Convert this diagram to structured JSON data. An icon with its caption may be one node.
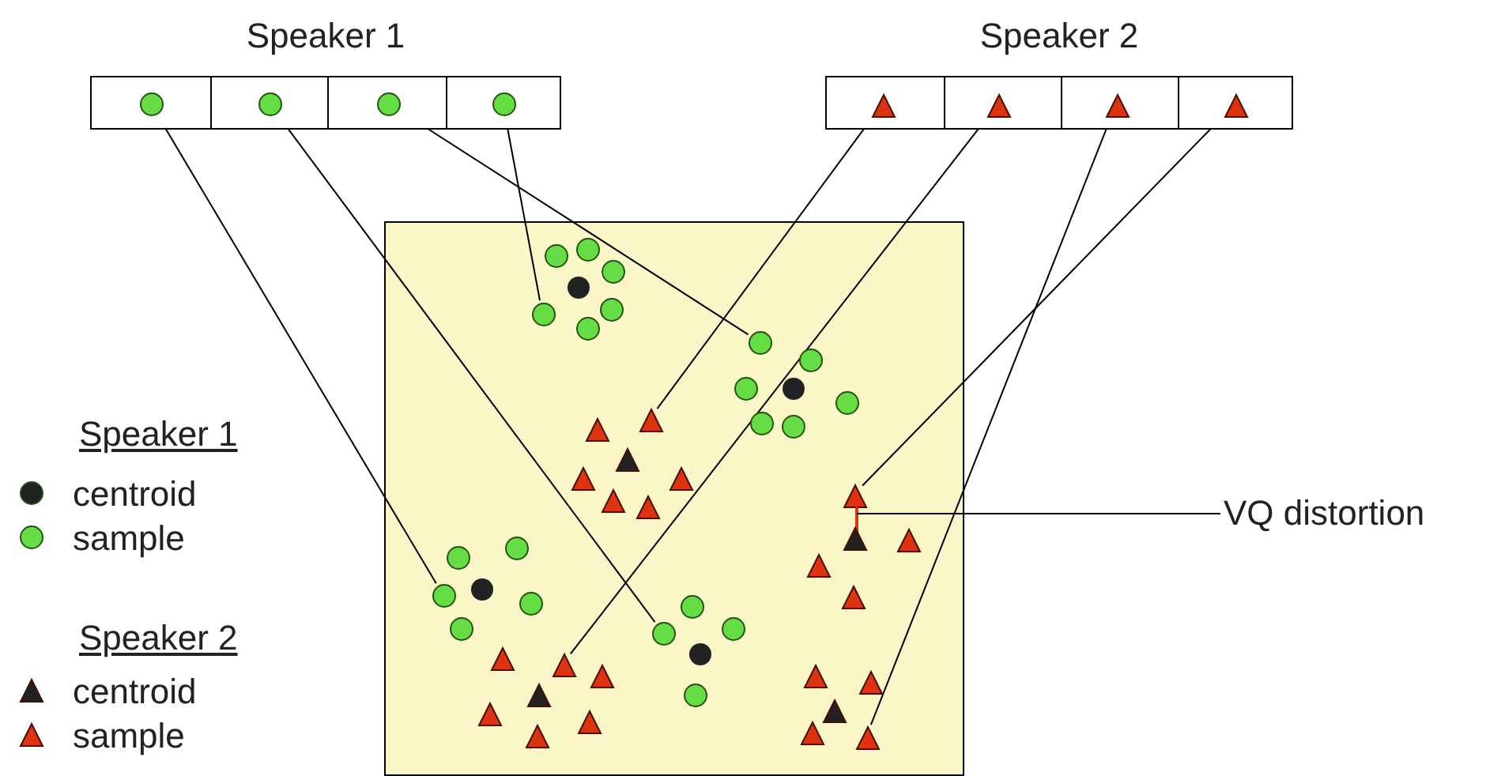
{
  "diagram": {
    "nodes": [
      {
        "text": [
          "Speaker 1"
        ]
      },
      {
        "text": [],
        "shape": "circle",
        "in": 0
      },
      {
        "text": [],
        "shape": "circle",
        "in": 0
      },
      {
        "text": [],
        "shape": "circle",
        "in": 0
      },
      {
        "text": [],
        "shape": "circle",
        "in": 0
      },
      {
        "text": [
          "Speaker 2"
        ]
      },
      {
        "text": [],
        "shape": "triangle",
        "in": 5
      },
      {
        "text": [],
        "shape": "triangle",
        "in": 5
      },
      {
        "text": [],
        "shape": "triangle",
        "in": 5
      },
      {
        "text": [],
        "shape": "triangle",
        "in": 5
      },
      {
        "text": [],
        "shape": "box"
      },
      {
        "text": [],
        "shape": "circle",
        "in": 10
      },
      {
        "text": [],
        "shape": "circle",
        "in": 10
      },
      {
        "text": [],
        "shape": "triangle",
        "in": 10
      },
      {
        "text": [],
        "shape": "triangle",
        "in": 10
      },
      {
        "text": [],
        "shape": "line",
        "in": 10
      },
      {
        "text": [
          "VQ distortion"
        ]
      },
      {
        "text": [],
        "shape": "circle",
        "in": 10
      },
      {
        "text": [],
        "shape": "circle",
        "in": 10
      },
      {
        "text": [],
        "shape": "triangle",
        "in": 10
      },
      {
        "text": [],
        "shape": "triangle",
        "in": 10
      }
    ],
    "edges": [
      {
        "from": 1,
        "to": 17,
        "arrow": "none"
      },
      {
        "from": 2,
        "to": 18,
        "arrow": "none"
      },
      {
        "from": 3,
        "to": 12,
        "arrow": "none"
      },
      {
        "from": 4,
        "to": 11,
        "arrow": "none"
      },
      {
        "from": 6,
        "to": 13,
        "arrow": "none"
      },
      {
        "from": 7,
        "to": 19,
        "arrow": "none"
      },
      {
        "from": 8,
        "to": 20,
        "arrow": "none"
      },
      {
        "from": 9,
        "to": 14,
        "arrow": "none"
      },
      {
        "from": 16,
        "to": 15,
        "arrow": "none"
      }
    ],
    "labels": [
      "Speaker 1",
      "Speaker 2"
    ],
    "legend": [
      {
        "text": "centroid"
      },
      {
        "text": "sample"
      },
      {
        "text": "centroid"
      },
      {
        "text": "sample"
      }
    ]
  }
}
